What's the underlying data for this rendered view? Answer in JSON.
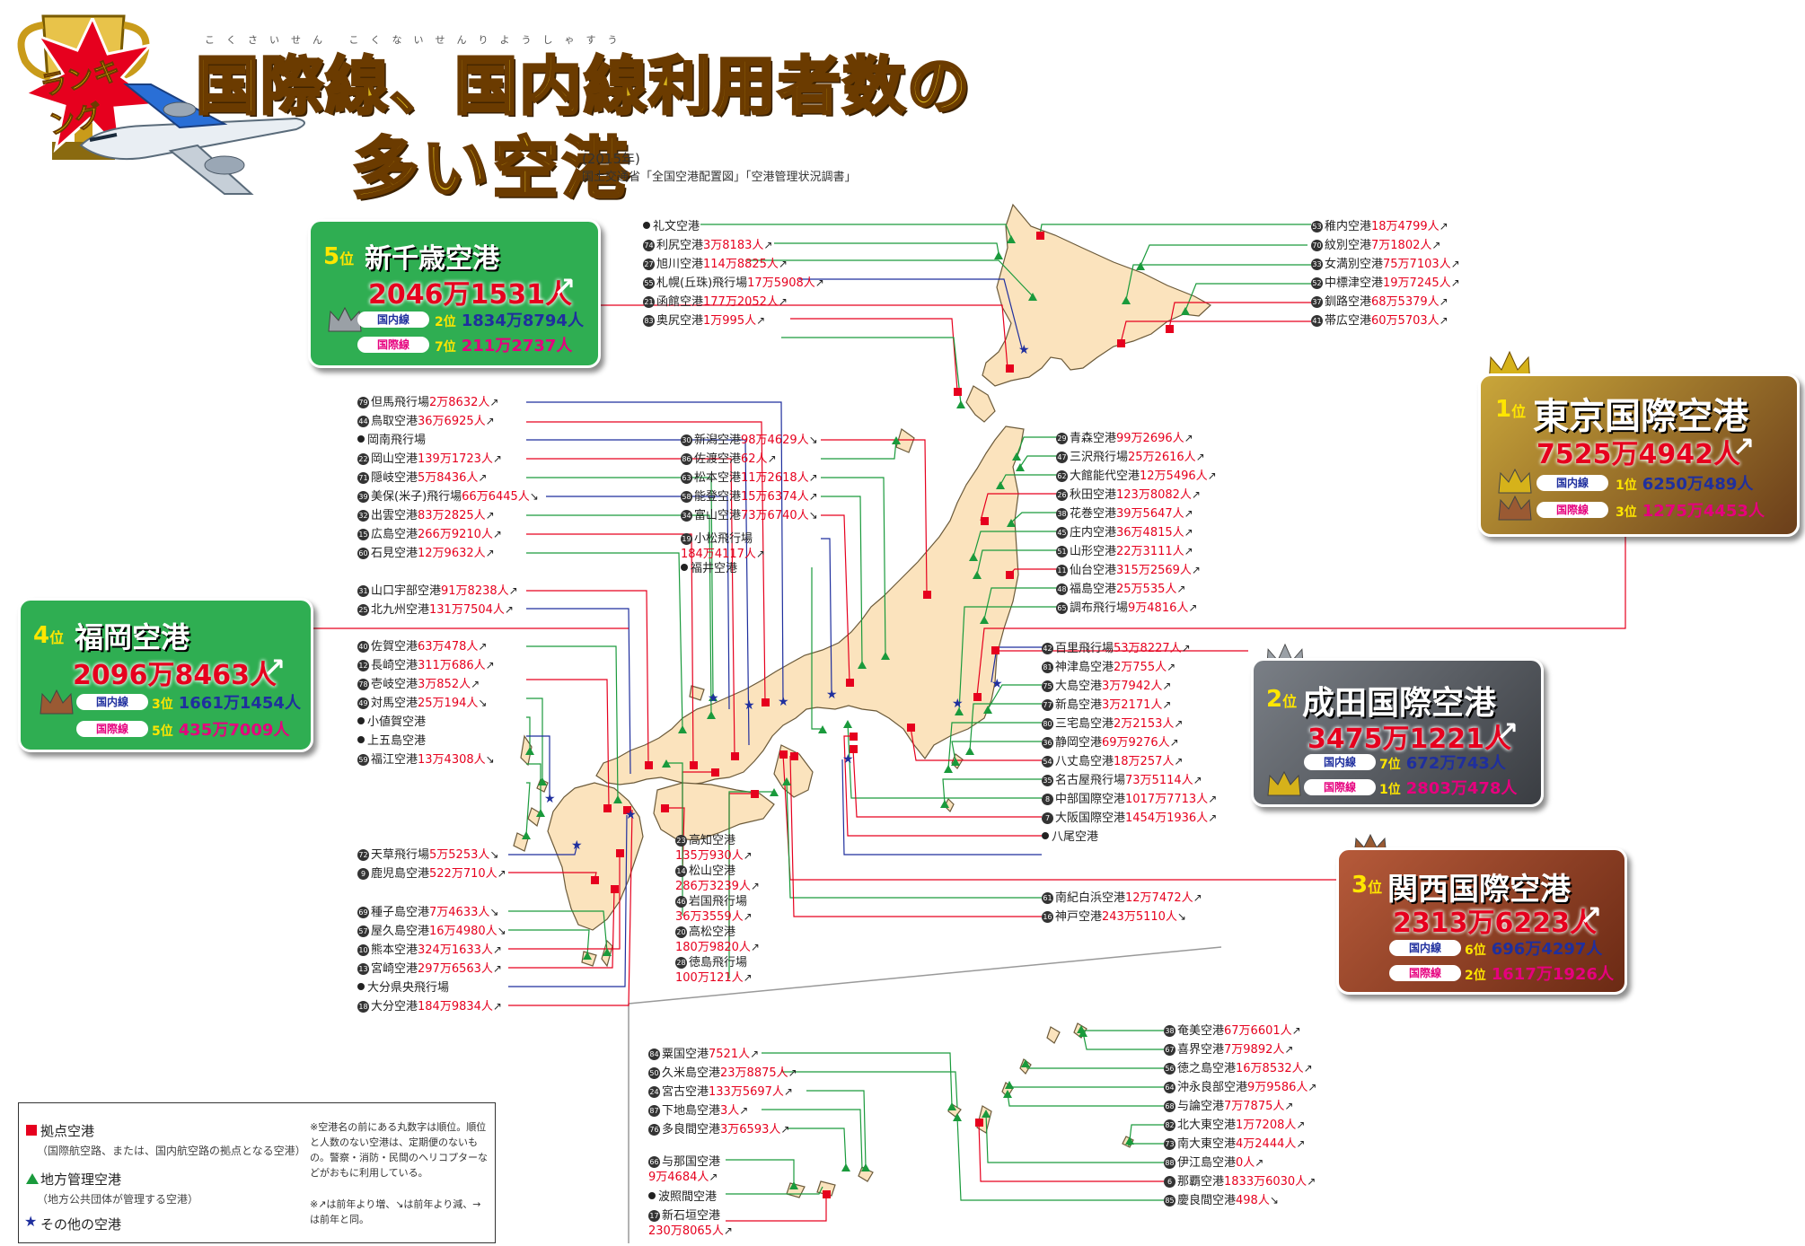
{
  "title": {
    "line1": "国際線、国内線利用者数の",
    "line2": "多い空港",
    "ruby": "こくさいせん こくないせんりようしゃすう",
    "year": "(2015年)",
    "source": "国土交通省「全国空港配置図」「空港管理状況調書」",
    "badge": "ランキング"
  },
  "colors": {
    "hub": "#e6001e",
    "local": "#1a9a3c",
    "other": "#1f2f9e",
    "land": "#fbe3bd",
    "accent_gold": "#d6b21a"
  },
  "rankings": [
    {
      "rank": "1",
      "rank_unit": "位",
      "name": "東京国際空港",
      "total": "7525万4942人",
      "trend": "↗",
      "dom_label": "国内線",
      "dom_rank": "1位",
      "dom": "6250万489人",
      "intl_label": "国際線",
      "intl_rank": "3位",
      "intl": "1275万4453人"
    },
    {
      "rank": "2",
      "rank_unit": "位",
      "name": "成田国際空港",
      "total": "3475万1221人",
      "trend": "↗",
      "dom_label": "国内線",
      "dom_rank": "7位",
      "dom": "672万743人",
      "intl_label": "国際線",
      "intl_rank": "1位",
      "intl": "2803万478人"
    },
    {
      "rank": "3",
      "rank_unit": "位",
      "name": "関西国際空港",
      "total": "2313万6223人",
      "trend": "↗",
      "dom_label": "国内線",
      "dom_rank": "6位",
      "dom": "696万4297人",
      "intl_label": "国際線",
      "intl_rank": "2位",
      "intl": "1617万1926人"
    },
    {
      "rank": "4",
      "rank_unit": "位",
      "name": "福岡空港",
      "total": "2096万8463人",
      "trend": "↗",
      "dom_label": "国内線",
      "dom_rank": "3位",
      "dom": "1661万1454人",
      "intl_label": "国際線",
      "intl_rank": "5位",
      "intl": "435万7009人"
    },
    {
      "rank": "5",
      "rank_unit": "位",
      "name": "新千歳空港",
      "total": "2046万1531人",
      "trend": "↗",
      "dom_label": "国内線",
      "dom_rank": "2位",
      "dom": "1834万8794人",
      "intl_label": "国際線",
      "intl_rank": "7位",
      "intl": "211万2737人"
    }
  ],
  "labels": {
    "hokkaido_left": [
      {
        "num": "",
        "name": "礼文空港",
        "count": "",
        "trend": ""
      },
      {
        "num": "74",
        "name": "利尻空港",
        "count": "3万8183人",
        "trend": "↗"
      },
      {
        "num": "27",
        "name": "旭川空港",
        "count": "114万8825人",
        "trend": "↗"
      },
      {
        "num": "55",
        "name": "札幌(丘珠)飛行場",
        "count": "17万5908人",
        "trend": "↗"
      },
      {
        "num": "21",
        "name": "函館空港",
        "count": "177万2052人",
        "trend": "↗"
      },
      {
        "num": "83",
        "name": "奥尻空港",
        "count": "1万995人",
        "trend": "↗"
      }
    ],
    "hokkaido_right": [
      {
        "num": "53",
        "name": "稚内空港",
        "count": "18万4799人",
        "trend": "↗"
      },
      {
        "num": "70",
        "name": "紋別空港",
        "count": "7万1802人",
        "trend": "↗"
      },
      {
        "num": "33",
        "name": "女満別空港",
        "count": "75万7103人",
        "trend": "↗"
      },
      {
        "num": "52",
        "name": "中標津空港",
        "count": "19万7245人",
        "trend": "↗"
      },
      {
        "num": "37",
        "name": "釧路空港",
        "count": "68万5379人",
        "trend": "↗"
      },
      {
        "num": "41",
        "name": "帯広空港",
        "count": "60万5703人",
        "trend": "↗"
      }
    ],
    "west_col": [
      {
        "num": "79",
        "name": "但馬飛行場",
        "count": "2万8632人",
        "trend": "↗"
      },
      {
        "num": "44",
        "name": "鳥取空港",
        "count": "36万6925人",
        "trend": "↗"
      },
      {
        "num": "",
        "name": "岡南飛行場",
        "count": "",
        "trend": ""
      },
      {
        "num": "22",
        "name": "岡山空港",
        "count": "139万1723人",
        "trend": "↗"
      },
      {
        "num": "71",
        "name": "隠岐空港",
        "count": "5万8436人",
        "trend": "↗"
      },
      {
        "num": "39",
        "name": "美保(米子)飛行場",
        "count": "66万6445人",
        "trend": "↘"
      },
      {
        "num": "32",
        "name": "出雲空港",
        "count": "83万2825人",
        "trend": "↗"
      },
      {
        "num": "15",
        "name": "広島空港",
        "count": "266万9210人",
        "trend": "↗"
      },
      {
        "num": "60",
        "name": "石見空港",
        "count": "12万9632人",
        "trend": "↗"
      }
    ],
    "west_col2": [
      {
        "num": "31",
        "name": "山口宇部空港",
        "count": "91万8238人",
        "trend": "↗"
      },
      {
        "num": "25",
        "name": "北九州空港",
        "count": "131万7504人",
        "trend": "↗"
      }
    ],
    "kyushu_col": [
      {
        "num": "40",
        "name": "佐賀空港",
        "count": "63万478人",
        "trend": "↗"
      },
      {
        "num": "12",
        "name": "長崎空港",
        "count": "311万686人",
        "trend": "↗"
      },
      {
        "num": "78",
        "name": "壱岐空港",
        "count": "3万852人",
        "trend": "↗"
      },
      {
        "num": "49",
        "name": "対馬空港",
        "count": "25万194人",
        "trend": "↘"
      },
      {
        "num": "",
        "name": "小値賀空港",
        "count": "",
        "trend": ""
      },
      {
        "num": "",
        "name": "上五島空港",
        "count": "",
        "trend": ""
      },
      {
        "num": "59",
        "name": "福江空港",
        "count": "13万4308人",
        "trend": "↘"
      }
    ],
    "kyushu_col2": [
      {
        "num": "72",
        "name": "天草飛行場",
        "count": "5万5253人",
        "trend": "↘"
      },
      {
        "num": "9",
        "name": "鹿児島空港",
        "count": "522万710人",
        "trend": "↗"
      }
    ],
    "kyushu_col3": [
      {
        "num": "69",
        "name": "種子島空港",
        "count": "7万4633人",
        "trend": "↘"
      },
      {
        "num": "57",
        "name": "屋久島空港",
        "count": "16万4980人",
        "trend": "↘"
      },
      {
        "num": "10",
        "name": "熊本空港",
        "count": "324万1633人",
        "trend": "↗"
      },
      {
        "num": "13",
        "name": "宮崎空港",
        "count": "297万6563人",
        "trend": "↗"
      },
      {
        "num": "",
        "name": "大分県央飛行場",
        "count": "",
        "trend": ""
      },
      {
        "num": "18",
        "name": "大分空港",
        "count": "184万9834人",
        "trend": "↗"
      }
    ],
    "center_col": [
      {
        "num": "30",
        "name": "新潟空港",
        "count": "98万4629人",
        "trend": "↘"
      },
      {
        "num": "86",
        "name": "佐渡空港",
        "count": "62人",
        "trend": "↗"
      },
      {
        "num": "63",
        "name": "松本空港",
        "count": "11万2618人",
        "trend": "↗"
      },
      {
        "num": "58",
        "name": "能登空港",
        "count": "15万6374人",
        "trend": "↗"
      },
      {
        "num": "34",
        "name": "富山空港",
        "count": "73万6740人",
        "trend": "↘"
      }
    ],
    "center_two": [
      {
        "num": "19",
        "name": "小松飛行場",
        "count": "184万4117人",
        "trend": "↗"
      }
    ],
    "center_fukui": {
      "num": "",
      "name": "福井空港",
      "count": "",
      "trend": ""
    },
    "shikoku": [
      {
        "num": "23",
        "name": "高知空港",
        "count": "135万930人",
        "trend": "↗"
      },
      {
        "num": "14",
        "name": "松山空港",
        "count": "286万3239人",
        "trend": "↗"
      },
      {
        "num": "46",
        "name": "岩国飛行場",
        "count": "36万3559人",
        "trend": "↗"
      },
      {
        "num": "20",
        "name": "高松空港",
        "count": "180万9820人",
        "trend": "↗"
      },
      {
        "num": "28",
        "name": "徳島飛行場",
        "count": "100万121人",
        "trend": "↗"
      }
    ],
    "east_col": [
      {
        "num": "29",
        "name": "青森空港",
        "count": "99万2696人",
        "trend": "↗"
      },
      {
        "num": "47",
        "name": "三沢飛行場",
        "count": "25万2616人",
        "trend": "↗"
      },
      {
        "num": "62",
        "name": "大館能代空港",
        "count": "12万5496人",
        "trend": "↗"
      },
      {
        "num": "26",
        "name": "秋田空港",
        "count": "123万8082人",
        "trend": "↗"
      },
      {
        "num": "38",
        "name": "花巻空港",
        "count": "39万5647人",
        "trend": "↗"
      },
      {
        "num": "45",
        "name": "庄内空港",
        "count": "36万4815人",
        "trend": "↗"
      },
      {
        "num": "51",
        "name": "山形空港",
        "count": "22万3111人",
        "trend": "↗"
      },
      {
        "num": "11",
        "name": "仙台空港",
        "count": "315万2569人",
        "trend": "↗"
      },
      {
        "num": "48",
        "name": "福島空港",
        "count": "25万535人",
        "trend": "↗"
      },
      {
        "num": "65",
        "name": "調布飛行場",
        "count": "9万4816人",
        "trend": "↗"
      }
    ],
    "kanto_col": [
      {
        "num": "42",
        "name": "百里飛行場",
        "count": "53万8227人",
        "trend": "↗"
      },
      {
        "num": "81",
        "name": "神津島空港",
        "count": "2万755人",
        "trend": "↗"
      },
      {
        "num": "75",
        "name": "大島空港",
        "count": "3万7942人",
        "trend": "↗"
      },
      {
        "num": "77",
        "name": "新島空港",
        "count": "3万2171人",
        "trend": "↗"
      },
      {
        "num": "80",
        "name": "三宅島空港",
        "count": "2万2153人",
        "trend": "↗"
      },
      {
        "num": "36",
        "name": "静岡空港",
        "count": "69万9276人",
        "trend": "↗"
      },
      {
        "num": "54",
        "name": "八丈島空港",
        "count": "18万257人",
        "trend": "↗"
      },
      {
        "num": "35",
        "name": "名古屋飛行場",
        "count": "73万5114人",
        "trend": "↗"
      },
      {
        "num": "8",
        "name": "中部国際空港",
        "count": "1017万7713人",
        "trend": "↗"
      },
      {
        "num": "7",
        "name": "大阪国際空港",
        "count": "1454万1936人",
        "trend": "↗"
      },
      {
        "num": "",
        "name": "八尾空港",
        "count": "",
        "trend": ""
      }
    ],
    "kinki_col": [
      {
        "num": "61",
        "name": "南紀白浜空港",
        "count": "12万7472人",
        "trend": "↗"
      },
      {
        "num": "16",
        "name": "神戸空港",
        "count": "243万5110人",
        "trend": "↘"
      }
    ],
    "okinawa_left": [
      {
        "num": "84",
        "name": "粟国空港",
        "count": "7521人",
        "trend": "↗"
      },
      {
        "num": "50",
        "name": "久米島空港",
        "count": "23万8875人",
        "trend": "↗"
      },
      {
        "num": "24",
        "name": "宮古空港",
        "count": "133万5697人",
        "trend": "↗"
      },
      {
        "num": "87",
        "name": "下地島空港",
        "count": "3人",
        "trend": "↗"
      },
      {
        "num": "76",
        "name": "多良間空港",
        "count": "3万6593人",
        "trend": "↗"
      }
    ],
    "okinawa_left2": [
      {
        "num": "66",
        "name": "与那国空港",
        "count": "9万4684人",
        "trend": "↗"
      }
    ],
    "okinawa_hateruma": {
      "num": "",
      "name": "波照間空港",
      "count": "",
      "trend": ""
    },
    "okinawa_left3": [
      {
        "num": "17",
        "name": "新石垣空港",
        "count": "230万8065人",
        "trend": "↗"
      }
    ],
    "okinawa_right": [
      {
        "num": "38",
        "name": "奄美空港",
        "count": "67万6601人",
        "trend": "↗"
      },
      {
        "num": "67",
        "name": "喜界空港",
        "count": "7万9892人",
        "trend": "↗"
      },
      {
        "num": "56",
        "name": "徳之島空港",
        "count": "16万8532人",
        "trend": "↗"
      },
      {
        "num": "64",
        "name": "沖永良部空港",
        "count": "9万9586人",
        "trend": "↗"
      },
      {
        "num": "68",
        "name": "与論空港",
        "count": "7万7875人",
        "trend": "↗"
      },
      {
        "num": "82",
        "name": "北大東空港",
        "count": "1万7208人",
        "trend": "↗"
      },
      {
        "num": "73",
        "name": "南大東空港",
        "count": "4万2444人",
        "trend": "↗"
      },
      {
        "num": "88",
        "name": "伊江島空港",
        "count": "0人",
        "trend": "↗"
      },
      {
        "num": "6",
        "name": "那覇空港",
        "count": "1833万6030人",
        "trend": "↗"
      },
      {
        "num": "85",
        "name": "慶良間空港",
        "count": "498人",
        "trend": "↘"
      }
    ]
  },
  "legend": {
    "hub": "拠点空港",
    "hub_sub": "（国際航空路、または、国内航空路の拠点となる空港）",
    "local": "地方管理空港",
    "local_sub": "（地方公共団体が管理する空港）",
    "other": "その他の空港",
    "note1": "※空港名の前にある丸数字は順位。順位と人数のない空港は、定期便のないもの。警察・消防・民間のヘリコプターなどがおもに利用している。",
    "note2": "※↗は前年より増、↘は前年より減、→は前年と同。"
  }
}
